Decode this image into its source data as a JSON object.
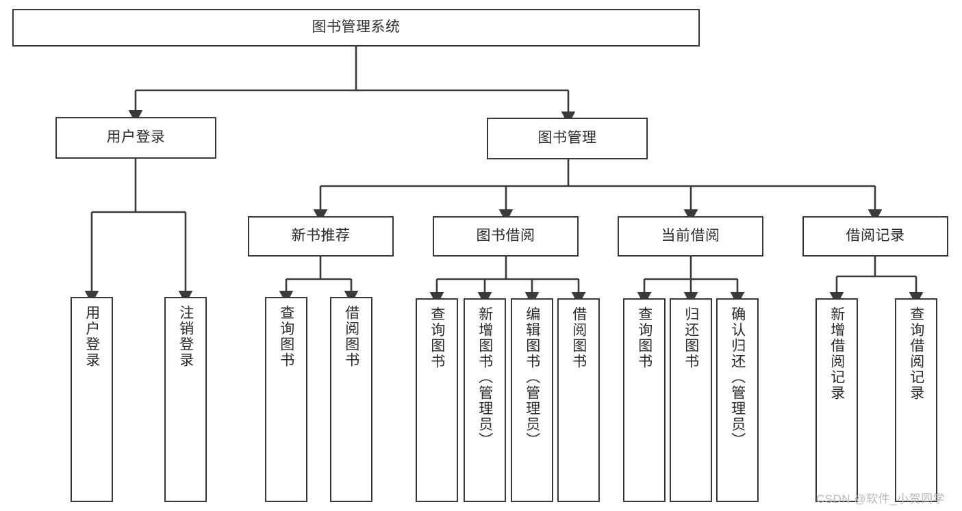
{
  "diagram": {
    "title": "图书管理系统",
    "type": "tree-hierarchy",
    "watermark": "CSDN @软件_小贺同学",
    "colors": {
      "node_border": "#3a3a3a",
      "node_fill": "#ffffff",
      "edge": "#3a3a3a",
      "text": "#2b2b2b",
      "watermark": "#b9b9b9",
      "background": "#ffffff"
    },
    "nodes": {
      "root": "图书管理系统",
      "level1": {
        "user_login": "用户登录",
        "book_manage": "图书管理"
      },
      "level2": {
        "new_book_recommend": "新书推荐",
        "book_borrow": "图书借阅",
        "current_borrow": "当前借阅",
        "borrow_record": "借阅记录"
      },
      "leaves": {
        "user_login": [
          "用户登录",
          "注销登录"
        ],
        "new_book_recommend": [
          "查询图书",
          "借阅图书"
        ],
        "book_borrow": [
          "查询图书",
          "新增图书（管理员）",
          "编辑图书（管理员）",
          "借阅图书"
        ],
        "current_borrow": [
          "查询图书",
          "归还图书",
          "确认归还（管理员）"
        ],
        "borrow_record": [
          "新增借阅记录",
          "查询借阅记录"
        ]
      }
    },
    "edges": [
      {
        "from": "图书管理系统",
        "to": "用户登录"
      },
      {
        "from": "图书管理系统",
        "to": "图书管理"
      },
      {
        "from": "图书管理",
        "to": "新书推荐"
      },
      {
        "from": "图书管理",
        "to": "图书借阅"
      },
      {
        "from": "图书管理",
        "to": "当前借阅"
      },
      {
        "from": "图书管理",
        "to": "借阅记录"
      },
      {
        "from": "用户登录",
        "to": "用户登录"
      },
      {
        "from": "用户登录",
        "to": "注销登录"
      },
      {
        "from": "新书推荐",
        "to": "查询图书"
      },
      {
        "from": "新书推荐",
        "to": "借阅图书"
      },
      {
        "from": "图书借阅",
        "to": "查询图书"
      },
      {
        "from": "图书借阅",
        "to": "新增图书（管理员）"
      },
      {
        "from": "图书借阅",
        "to": "编辑图书（管理员）"
      },
      {
        "from": "图书借阅",
        "to": "借阅图书"
      },
      {
        "from": "当前借阅",
        "to": "查询图书"
      },
      {
        "from": "当前借阅",
        "to": "归还图书"
      },
      {
        "from": "当前借阅",
        "to": "确认归还（管理员）"
      },
      {
        "from": "借阅记录",
        "to": "新增借阅记录"
      },
      {
        "from": "借阅记录",
        "to": "查询借阅记录"
      }
    ]
  }
}
